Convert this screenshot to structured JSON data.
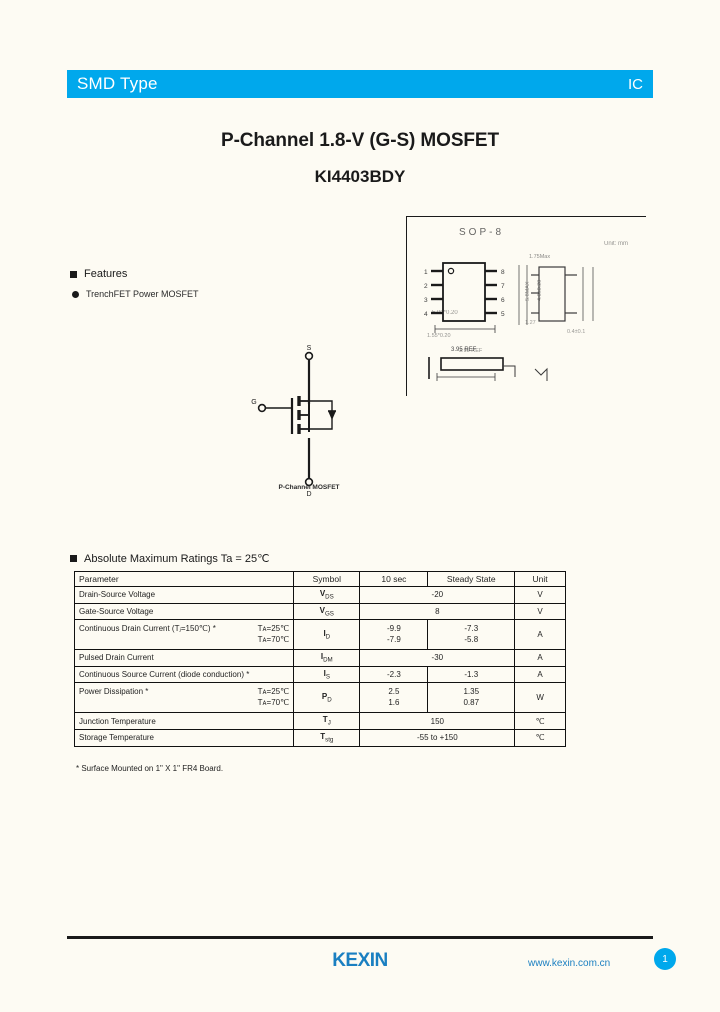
{
  "header": {
    "left_label": "SMD Type",
    "right_label": "IC"
  },
  "titles": {
    "main": "P-Channel 1.8-V (G-S) MOSFET",
    "part_number": "KI4403BDY"
  },
  "features": {
    "heading": "Features",
    "items": [
      "TrenchFET Power MOSFET"
    ]
  },
  "symbol": {
    "caption": "P-Channel MOSFET",
    "pin_source": "S",
    "pin_gate": "G",
    "pin_drain": "D"
  },
  "package": {
    "title": "SOP-8",
    "unit_note": "Unit: mm",
    "max_label": "1.75Max",
    "dim_a": "5.00*0.20",
    "dim_b": "5.8MAX",
    "dim_c": "4.0±0.20",
    "dim_d": "1.27",
    "dim_e": "1.55*0.20",
    "dim_f": "0.4±0.1",
    "dim_g": "3.95 REF",
    "dim_h": "1.75Max",
    "pins_left": [
      "1",
      "2",
      "3",
      "4"
    ],
    "pins_right": [
      "8",
      "7",
      "6",
      "5"
    ]
  },
  "ratings": {
    "heading": "Absolute Maximum Ratings Ta = 25℃",
    "columns": [
      "Parameter",
      "Symbol",
      "10 sec",
      "Steady State",
      "Unit"
    ],
    "rows": [
      {
        "parameter": "Drain-Source Voltage",
        "parameter_right": "",
        "symbol_main": "V",
        "symbol_sub": "DS",
        "span": true,
        "value_span": "-20",
        "value_10s": "",
        "value_ss": "",
        "unit": "V"
      },
      {
        "parameter": "Gate-Source Voltage",
        "parameter_right": "",
        "symbol_main": "V",
        "symbol_sub": "GS",
        "span": true,
        "value_span": "8",
        "value_10s": "",
        "value_ss": "",
        "unit": "V"
      },
      {
        "parameter": "Continuous Drain Current (Tⱼ=150℃) *",
        "parameter_right": "Tᴀ=25℃\nTᴀ=70℃",
        "symbol_main": "I",
        "symbol_sub": "D",
        "span": false,
        "value_span": "",
        "value_10s": "-9.9\n-7.9",
        "value_ss": "-7.3\n-5.8",
        "unit": "A"
      },
      {
        "parameter": "Pulsed Drain Current",
        "parameter_right": "",
        "symbol_main": "I",
        "symbol_sub": "DM",
        "span": true,
        "value_span": "-30",
        "value_10s": "",
        "value_ss": "",
        "unit": "A"
      },
      {
        "parameter": "Continuous Source Current (diode conduction) *",
        "parameter_right": "",
        "symbol_main": "I",
        "symbol_sub": "S",
        "span": false,
        "value_span": "",
        "value_10s": "-2.3",
        "value_ss": "-1.3",
        "unit": "A"
      },
      {
        "parameter": "Power Dissipation *",
        "parameter_right": "Tᴀ=25℃\nTᴀ=70℃",
        "symbol_main": "P",
        "symbol_sub": "D",
        "span": false,
        "value_span": "",
        "value_10s": "2.5\n1.6",
        "value_ss": "1.35\n0.87",
        "unit": "W"
      },
      {
        "parameter": "Junction Temperature",
        "parameter_right": "",
        "symbol_main": "T",
        "symbol_sub": "J",
        "span": true,
        "value_span": "150",
        "value_10s": "",
        "value_ss": "",
        "unit": "℃"
      },
      {
        "parameter": "Storage Temperature",
        "parameter_right": "",
        "symbol_main": "T",
        "symbol_sub": "stg",
        "span": true,
        "value_span": "-55 to +150",
        "value_10s": "",
        "value_ss": "",
        "unit": "℃"
      }
    ],
    "footnote": "* Surface Mounted on 1\" X 1\" FR4 Board."
  },
  "footer": {
    "logo_text": "KEXIN",
    "url": "www.kexin.com.cn",
    "page_number": "1"
  },
  "colors": {
    "accent_blue": "#00a8ec",
    "logo_blue": "#1a7fc1",
    "page_bg": "#fdfbf3"
  }
}
